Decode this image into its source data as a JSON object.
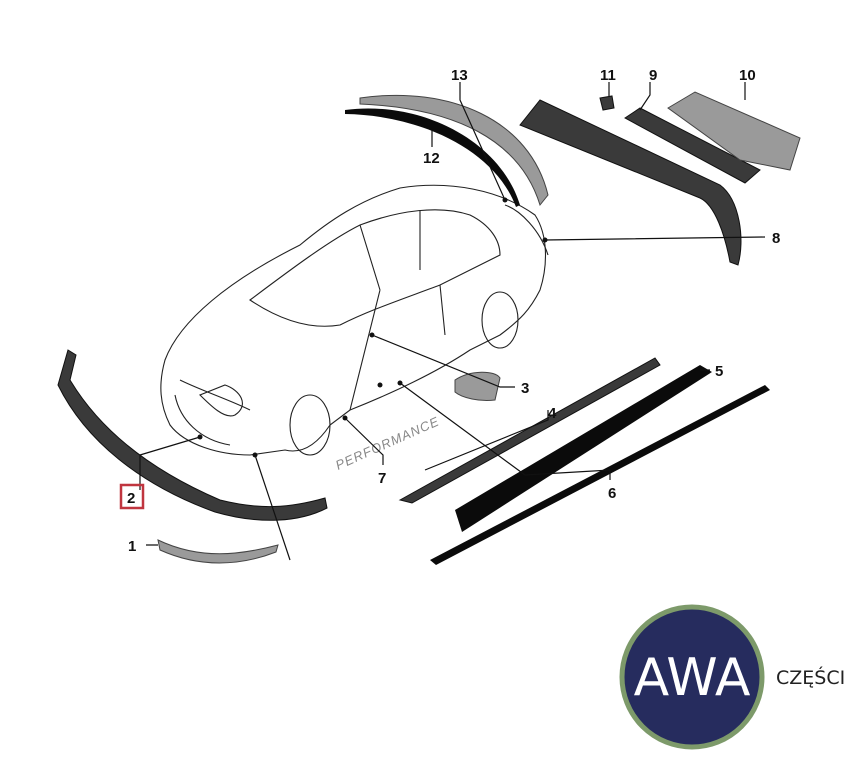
{
  "diagram": {
    "callouts": [
      "1",
      "2",
      "3",
      "4",
      "5",
      "6",
      "7",
      "8",
      "9",
      "10",
      "11",
      "12",
      "13"
    ],
    "highlighted_callout": "2",
    "badge_text": "PERFORMANCE",
    "highlight_color": "#c0353f"
  },
  "logo": {
    "main": "AWA",
    "sub": "CZĘŚCI",
    "circle_color": "#262c5e",
    "ring_color": "#7d9a6a"
  }
}
